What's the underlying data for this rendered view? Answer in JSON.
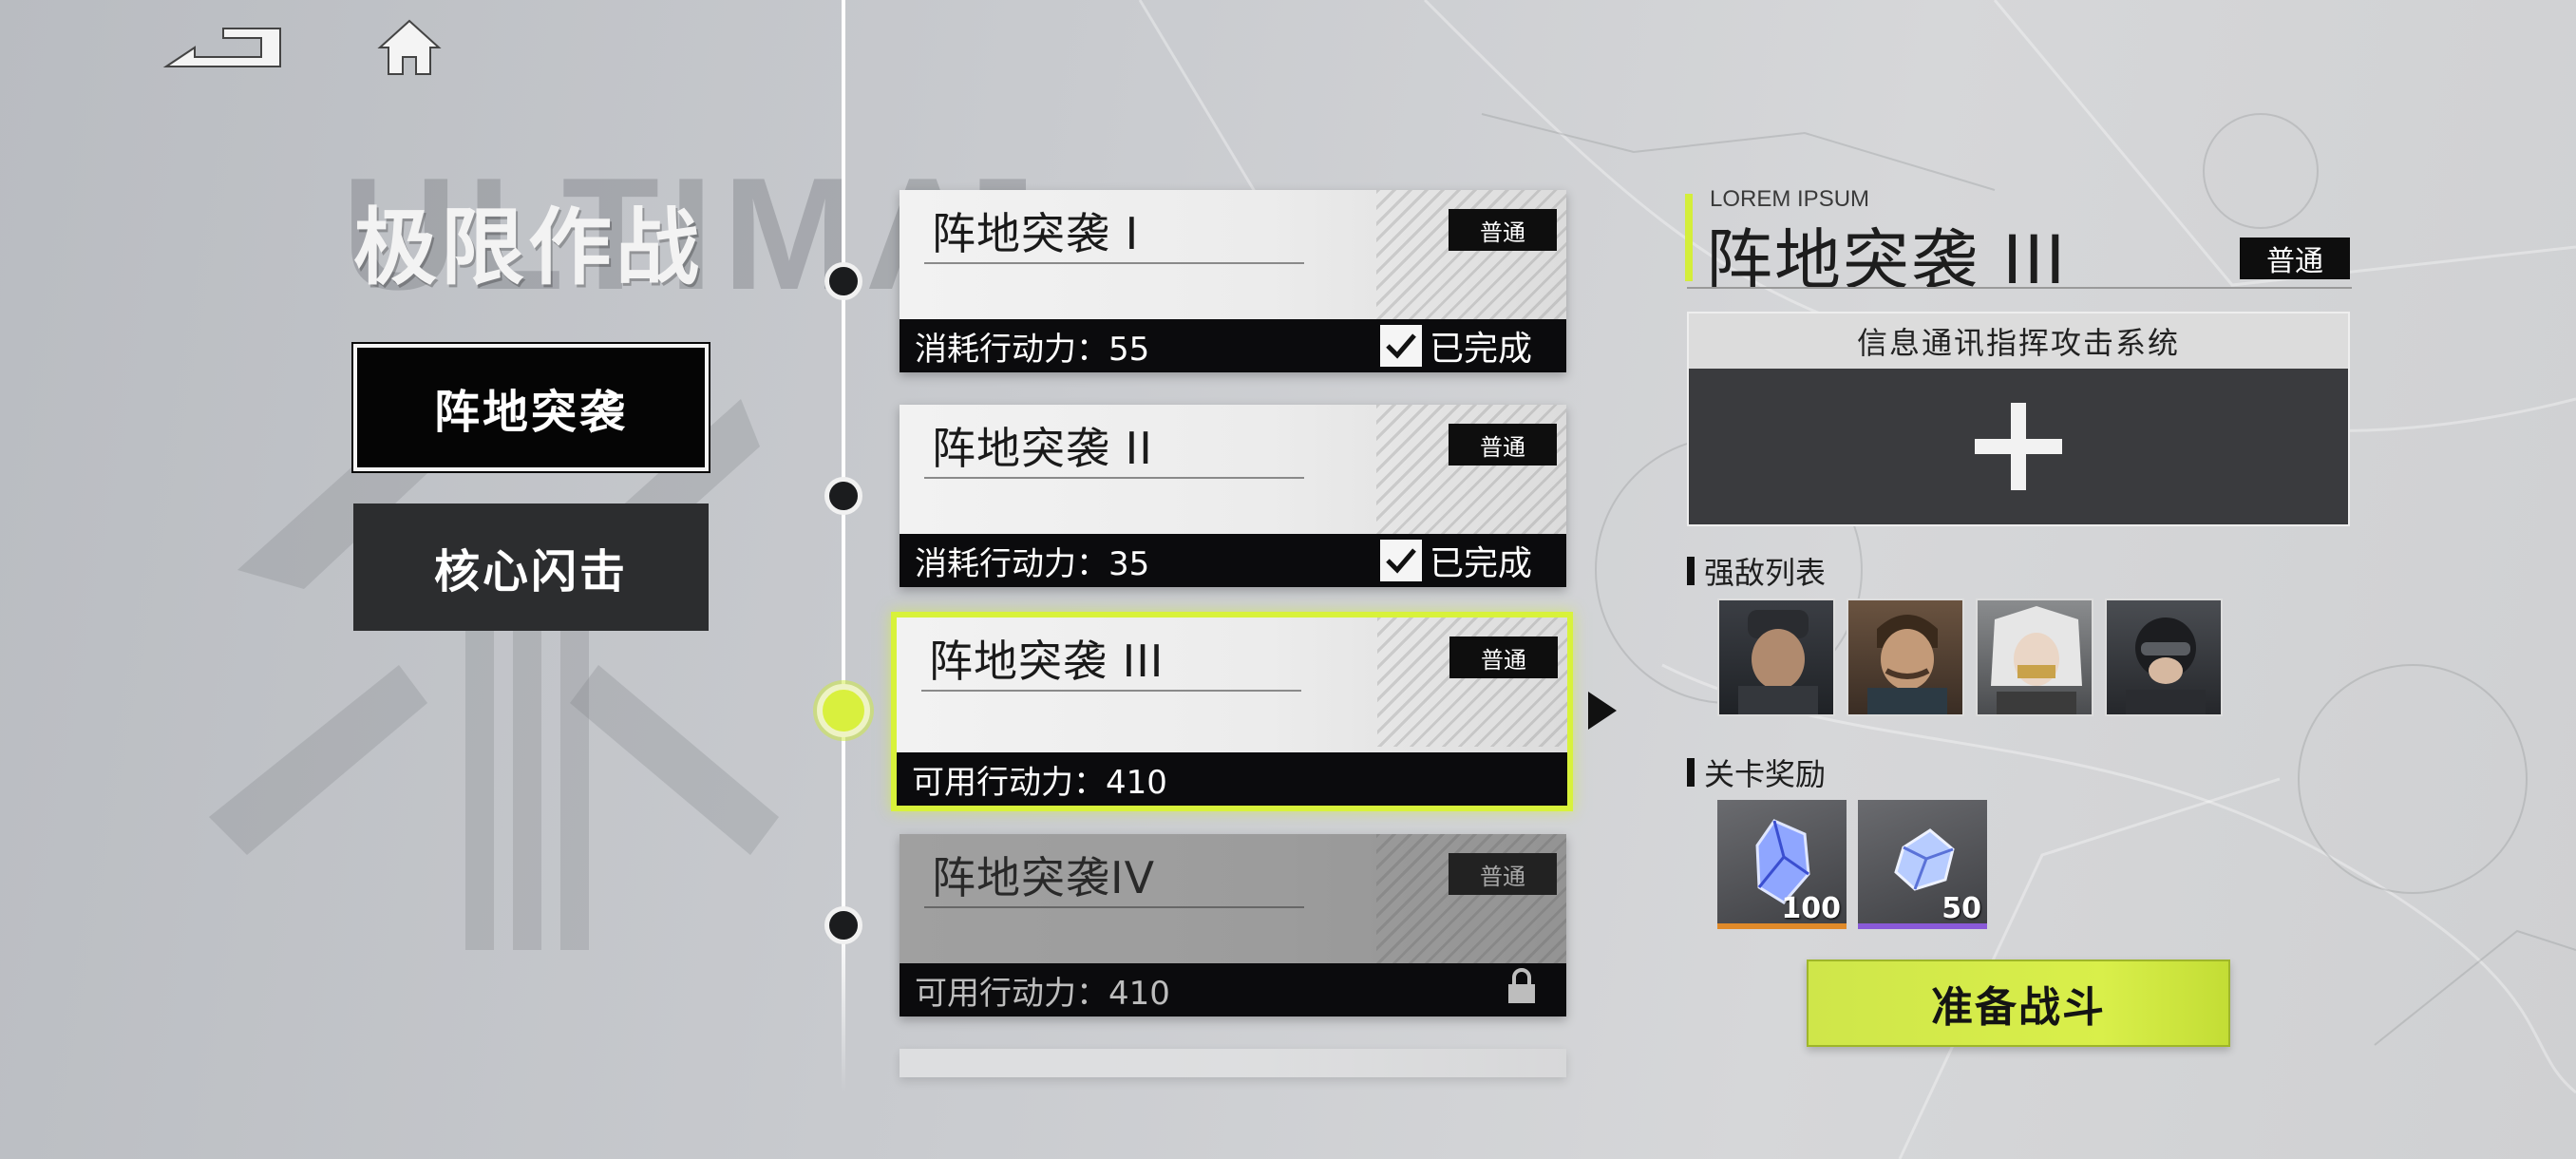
{
  "nav": {
    "back_icon": "back-arrow-icon",
    "home_icon": "home-icon"
  },
  "header": {
    "bg_title": "ULTIMATE OPS",
    "title": "极限作战"
  },
  "modes": [
    {
      "label": "阵地突袭",
      "selected": true
    },
    {
      "label": "核心闪击",
      "selected": false
    }
  ],
  "stages": [
    {
      "name": "阵地突袭 I",
      "difficulty": "普通",
      "cost_text": "消耗行动力：55",
      "status": "已完成",
      "state": "completed"
    },
    {
      "name": "阵地突袭 II",
      "difficulty": "普通",
      "cost_text": "消耗行动力：35",
      "status": "已完成",
      "state": "completed"
    },
    {
      "name": "阵地突袭 III",
      "difficulty": "普通",
      "cost_text": "可用行动力：410",
      "status": "",
      "state": "selected"
    },
    {
      "name": "阵地突袭IV",
      "difficulty": "普通",
      "cost_text": "可用行动力：410",
      "status": "",
      "state": "locked"
    }
  ],
  "detail": {
    "subtitle": "LOREM IPSUM",
    "title": "阵地突袭 III",
    "difficulty": "普通",
    "system_label": "信息通讯指挥攻击系统",
    "enemies_label": "强敌列表",
    "rewards_label": "关卡奖励",
    "rewards": [
      {
        "count": "100",
        "rarity_color": "#e08a2a"
      },
      {
        "count": "50",
        "rarity_color": "#8a5ad8"
      }
    ],
    "battle_button": "准备战斗"
  },
  "colors": {
    "accent": "#d8f23a",
    "dark": "#0b0b0d"
  }
}
